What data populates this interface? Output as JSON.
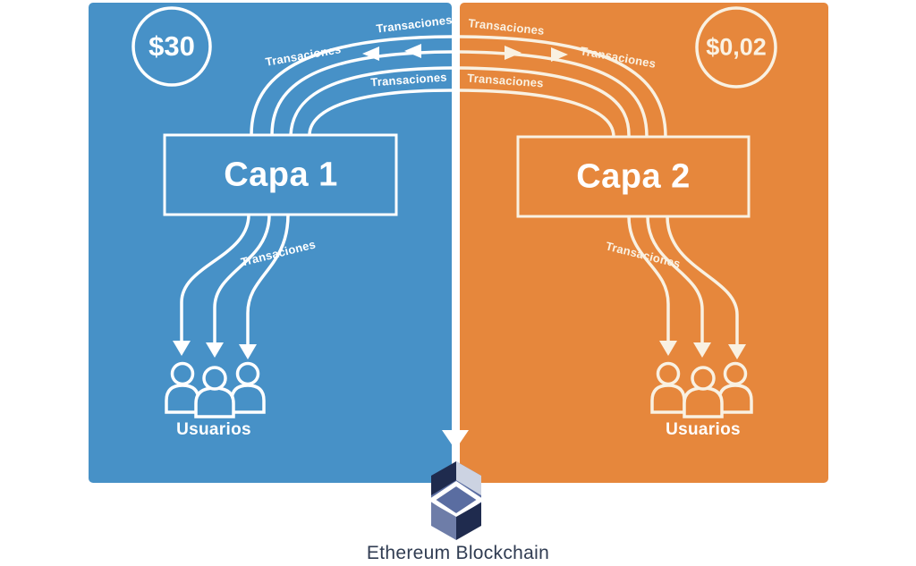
{
  "diagram": {
    "left_panel": {
      "name": "Capa 1",
      "cost": "$30",
      "users": "Usuarios",
      "color": "#4791c7",
      "labels": {
        "top1": "Transaciones",
        "top2": "Transaciones",
        "top3": "Transaciones",
        "bottom": "Transaciones"
      }
    },
    "right_panel": {
      "name": "Capa 2",
      "cost": "$0,02",
      "users": "Usuarios",
      "color": "#e6873c",
      "labels": {
        "top1": "Transaciones",
        "top2": "Transaciones",
        "top3": "Transaciones",
        "bottom": "Transaciones"
      }
    },
    "footer": {
      "caption": "Ethereum Blockchain"
    },
    "palette": {
      "blue": "#4791c7",
      "orange": "#e6873c",
      "stroke_on_blue": "#ffffff",
      "stroke_on_orange": "#f9f1e2",
      "logo_dark": "#1f2b4e",
      "logo_slate": "#5a6da1",
      "logo_slate_light": "#6e7da8",
      "logo_pale": "#ccd3e2",
      "caption_color": "#303c52"
    }
  }
}
